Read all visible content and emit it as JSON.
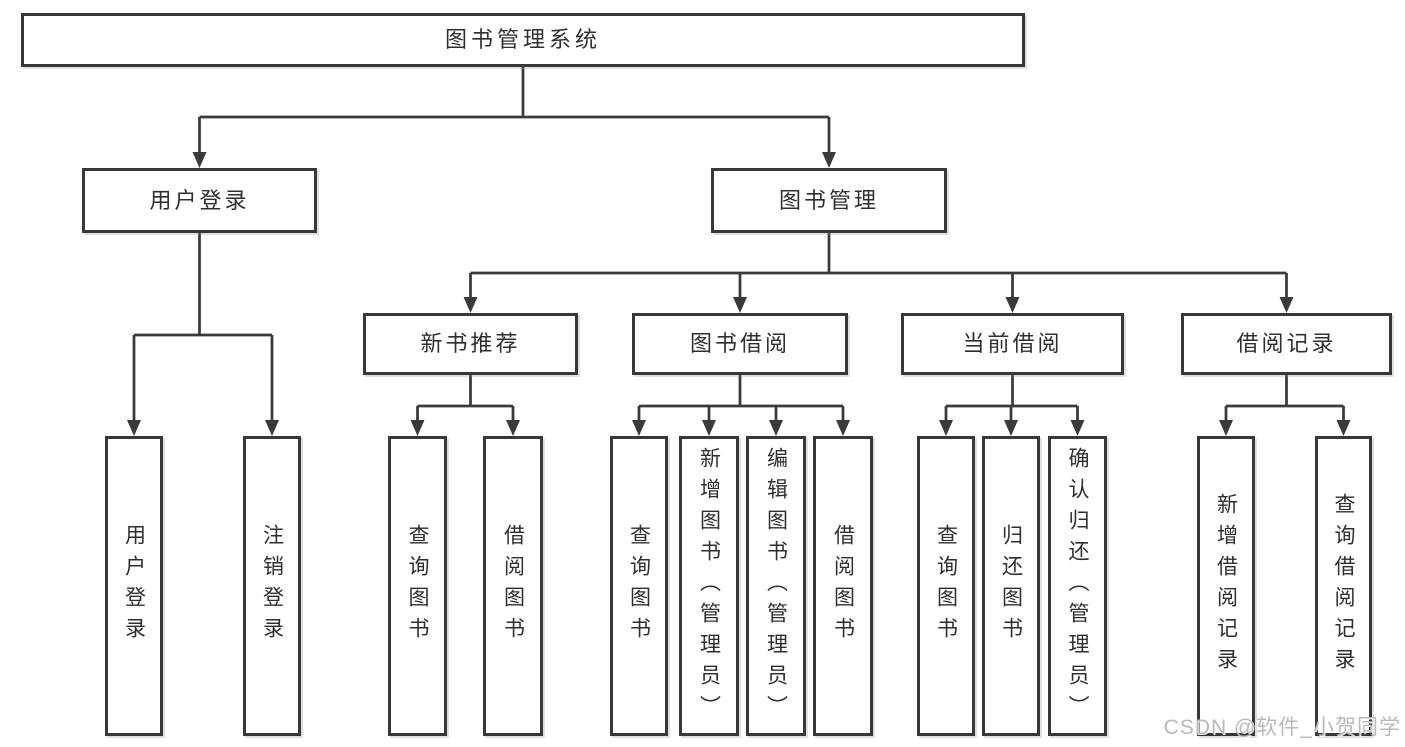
{
  "diagram_type": "hierarchy-tree",
  "tree": {
    "label": "图书管理系统",
    "children": [
      {
        "label": "用户登录",
        "children": [
          {
            "label": "用户登录"
          },
          {
            "label": "注销登录"
          }
        ]
      },
      {
        "label": "图书管理",
        "children": [
          {
            "label": "新书推荐",
            "children": [
              {
                "label": "查询图书"
              },
              {
                "label": "借阅图书"
              }
            ]
          },
          {
            "label": "图书借阅",
            "children": [
              {
                "label": "查询图书"
              },
              {
                "label": "新增图书（管理员）"
              },
              {
                "label": "编辑图书（管理员）"
              },
              {
                "label": "借阅图书"
              }
            ]
          },
          {
            "label": "当前借阅",
            "children": [
              {
                "label": "查询图书"
              },
              {
                "label": "归还图书"
              },
              {
                "label": "确认归还（管理员）"
              }
            ]
          },
          {
            "label": "借阅记录",
            "children": [
              {
                "label": "新增借阅记录"
              },
              {
                "label": "查询借阅记录"
              }
            ]
          }
        ]
      }
    ]
  },
  "watermark": "CSDN @软件_小贺同学",
  "colors": {
    "background": "#ffffff",
    "box_border": "#383838",
    "line": "#3a3a3a",
    "text": "#2f2f2f",
    "watermark": "#b9b9b9"
  }
}
